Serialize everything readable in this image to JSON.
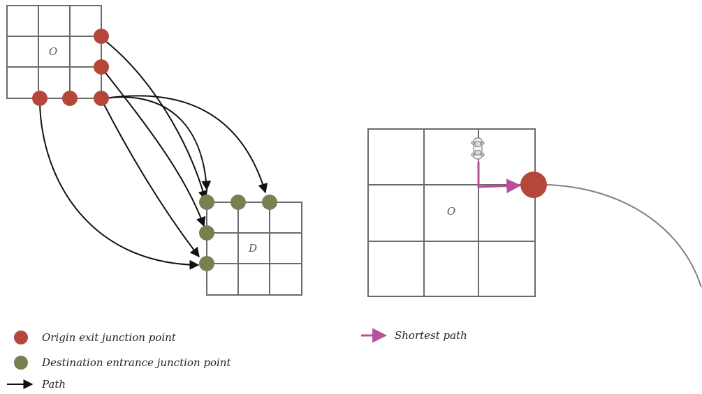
{
  "grids": {
    "left_origin_label": "O",
    "left_destination_label": "D",
    "right_origin_label": "O"
  },
  "legend": {
    "origin_exit": "Origin exit junction point",
    "destination_entrance": "Destination entrance junction point",
    "path": "Path",
    "shortest_path": "Shortest path"
  },
  "colors": {
    "origin_exit": "#b5473a",
    "destination_entrance": "#7a7f52",
    "path": "#111111",
    "shortest_path": "#b8509e",
    "grid": "#6b6b6b",
    "curve": "#808080"
  },
  "icons": {
    "vehicle": "car-icon"
  }
}
